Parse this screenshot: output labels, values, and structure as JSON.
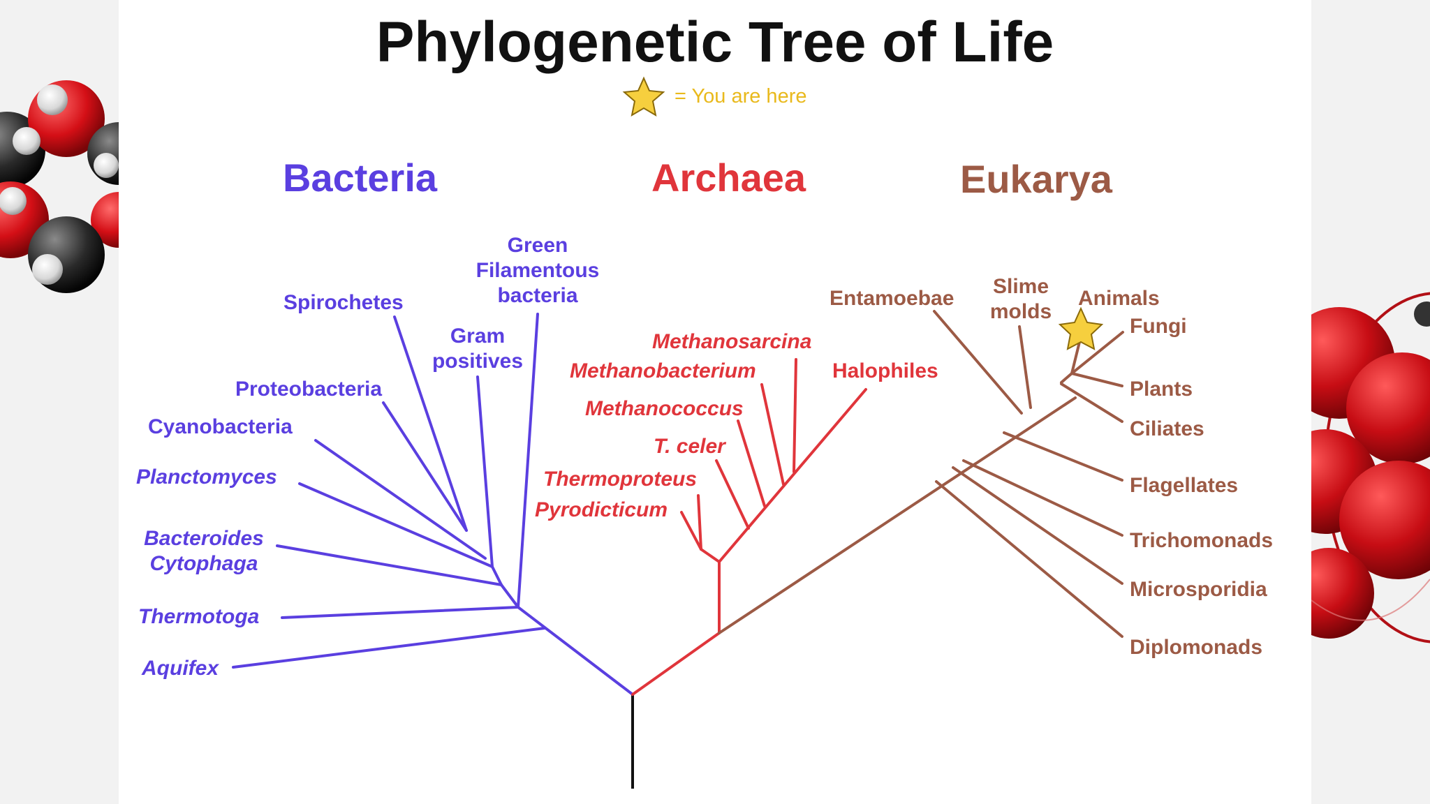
{
  "title": "Phylogenetic Tree of Life",
  "legend": {
    "text": "= You are here",
    "icon": "star-icon",
    "color": "#e9b91c"
  },
  "colors": {
    "bacteria": "#5a3fe0",
    "archaea": "#e0353b",
    "eukarya": "#9c5a45",
    "root": "#111111"
  },
  "domains": {
    "bacteria": "Bacteria",
    "archaea": "Archaea",
    "eukarya": "Eukarya"
  },
  "bacteria": {
    "green_filamentous": "Green Filamentous bacteria",
    "spirochetes": "Spirochetes",
    "gram_positives": "Gram positives",
    "proteobacteria": "Proteobacteria",
    "cyanobacteria": "Cyanobacteria",
    "planctomyces": "Planctomyces",
    "bacteroides": "Bacteroides Cytophaga",
    "thermotoga": "Thermotoga",
    "aquifex": "Aquifex"
  },
  "archaea": {
    "methanosarcina": "Methanosarcina",
    "methanobacterium": "Methanobacterium",
    "halophiles": "Halophiles",
    "methanococcus": "Methanococcus",
    "t_celer": "T. celer",
    "thermoproteus": "Thermoproteus",
    "pyrodicticum": "Pyrodicticum"
  },
  "eukarya": {
    "entamoebae": "Entamoebae",
    "slime_molds": "Slime molds",
    "animals": "Animals",
    "fungi": "Fungi",
    "plants": "Plants",
    "ciliates": "Ciliates",
    "flagellates": "Flagellates",
    "trichomonads": "Trichomonads",
    "microsporidia": "Microsporidia",
    "diplomonads": "Diplomonads"
  }
}
